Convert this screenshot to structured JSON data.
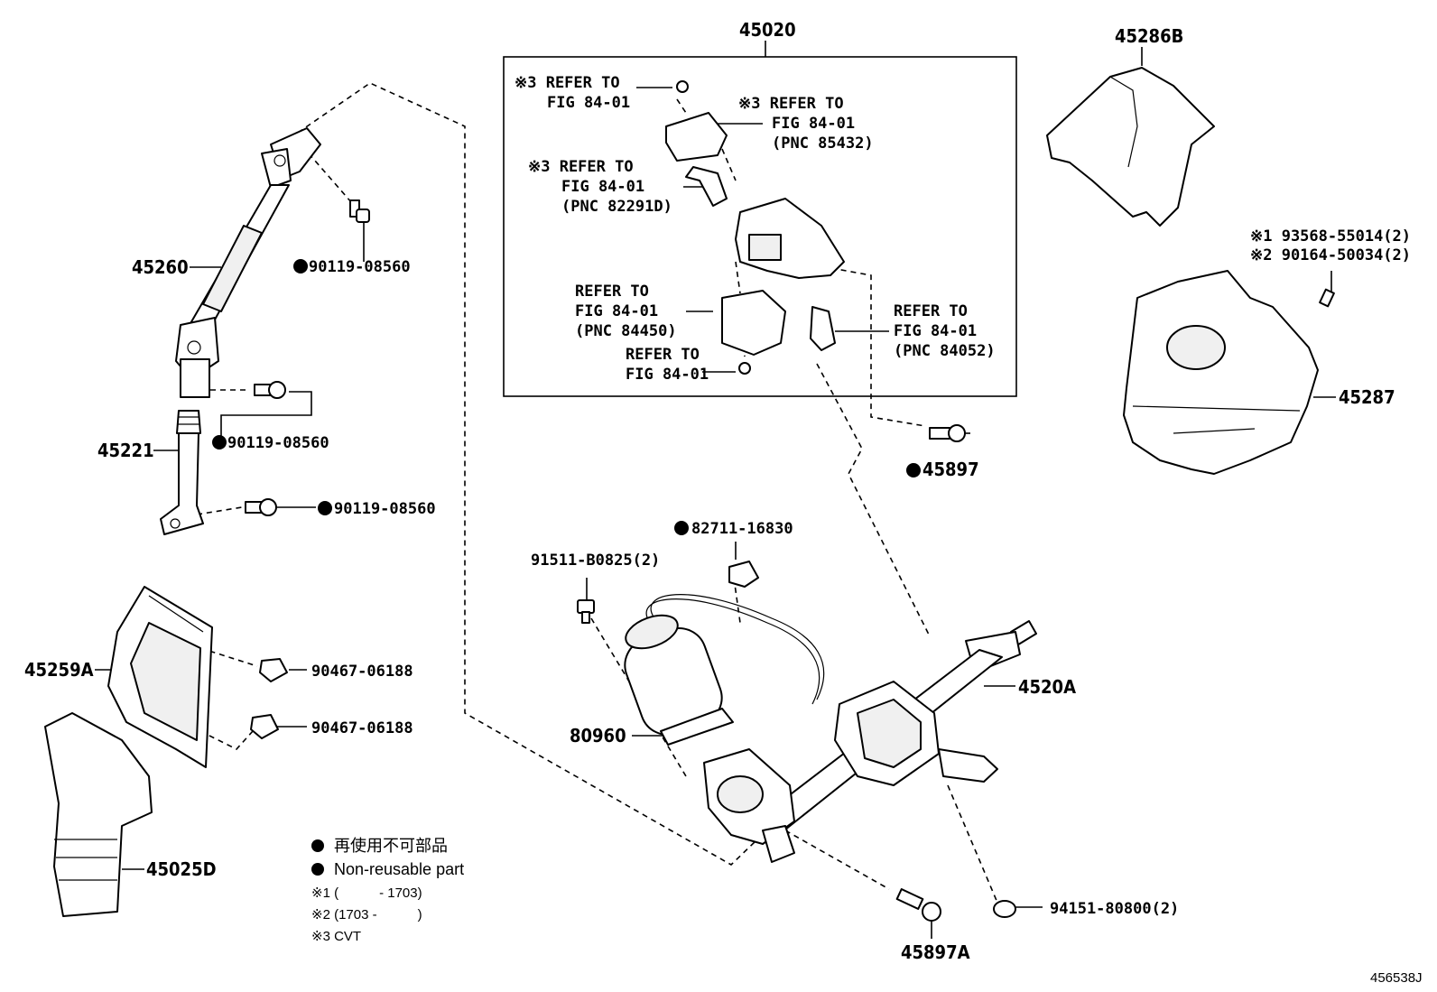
{
  "parts": {
    "p45020": "45020",
    "p45286B": "45286B",
    "p45260": "45260",
    "p45221": "45221",
    "p45259A": "45259A",
    "p45025D": "45025D",
    "p45287": "45287",
    "p45897": "45897",
    "p4520A": "4520A",
    "p80960": "80960",
    "p45897A": "45897A",
    "b1": "90119-08560",
    "b2": "90119-08560",
    "b3": "90119-08560",
    "clip1": "90467-06188",
    "clip2": "90467-06188",
    "clamp": "82711-16830",
    "bolt2": "91511-B0825(2)",
    "nut": "94151-80800(2)",
    "screw1": "※1 93568-55014(2)",
    "screw2": "※2 90164-50034(2)"
  },
  "refs": {
    "r1a": "※3 REFER TO",
    "r1b": "FIG 84-01",
    "r2a": "※3 REFER TO",
    "r2b": "FIG 84-01",
    "r2c": "(PNC 85432)",
    "r3a": "※3 REFER TO",
    "r3b": "FIG 84-01",
    "r3c": "(PNC 82291D)",
    "r4a": "REFER TO",
    "r4b": "FIG 84-01",
    "r4c": "(PNC 84450)",
    "r5a": "REFER TO",
    "r5b": "FIG 84-01",
    "r6a": "REFER TO",
    "r6b": "FIG 84-01",
    "r6c": "(PNC 84052)"
  },
  "legend": {
    "jp": "再使用不可部品",
    "en": "Non-reusable part",
    "n1": "※1 (　　　- 1703)",
    "n2": "※2 (1703 -　　　)",
    "n3": "※3 CVT"
  },
  "diagram_code": "456538J"
}
